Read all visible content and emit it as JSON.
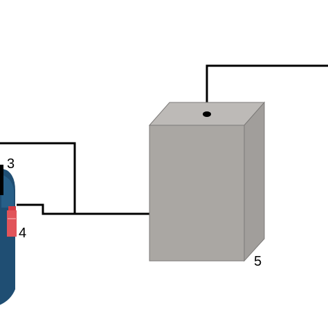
{
  "diagram": {
    "labels": {
      "component_3": "3",
      "component_4": "4",
      "component_5": "5"
    },
    "colors": {
      "line": "#000000",
      "box_front": "#aaa7a3",
      "box_top": "#bdbab7",
      "box_side": "#a19e9b",
      "box_edge": "#7c7a78",
      "cylinder": "#1f4e73",
      "cylinder_highlight": "#2d6a96",
      "element_4": "#e1545a",
      "background": "#ffffff"
    }
  }
}
